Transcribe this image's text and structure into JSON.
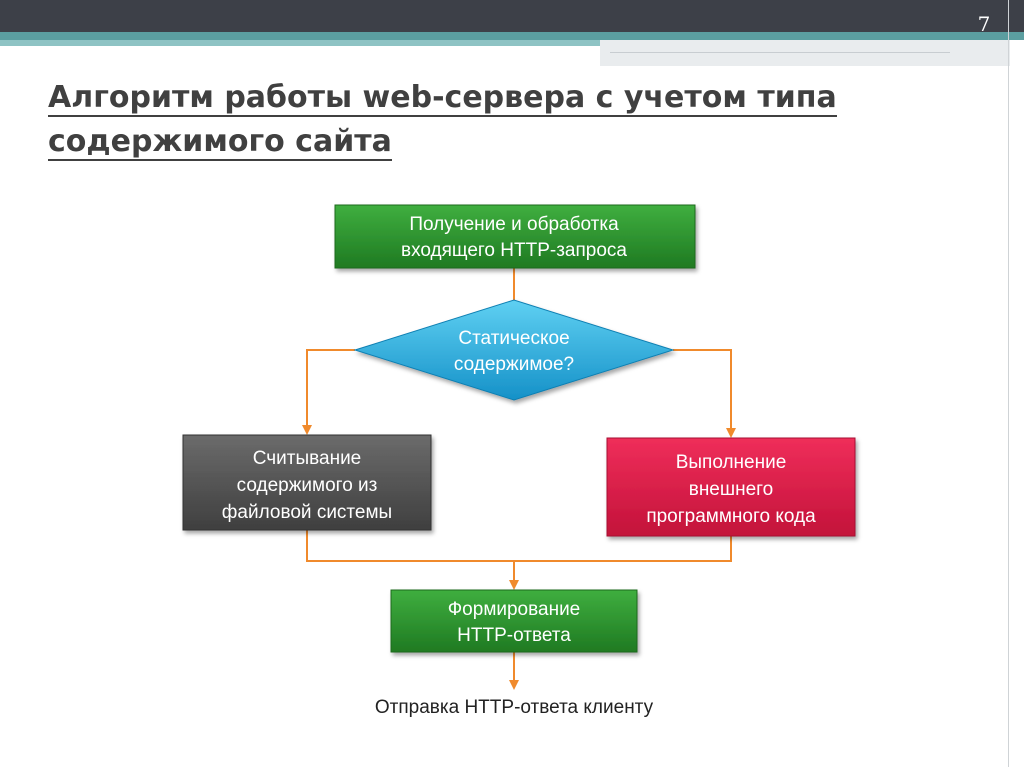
{
  "slide": {
    "page_number": "7",
    "title": "Алгоритм работы web-сервера с учетом типа содержимого сайта"
  },
  "diagram": {
    "receive": [
      "Получение и обработка",
      "входящего HTTP-запроса"
    ],
    "decision": [
      "Статическое",
      "содержимое?"
    ],
    "read_fs": [
      "Считывание",
      "содержимого из",
      "файловой системы"
    ],
    "execute": [
      "Выполнение",
      "внешнего",
      "программного кода"
    ],
    "form": [
      "Формирование",
      "HTTP-ответа"
    ],
    "send": "Отправка HTTP-ответа клиенту"
  },
  "colors": {
    "arrow": "#f08a2c",
    "green": "#2f8f2f",
    "cyan": "#2aa7d9",
    "gray": "#555555",
    "red": "#d81a44"
  }
}
